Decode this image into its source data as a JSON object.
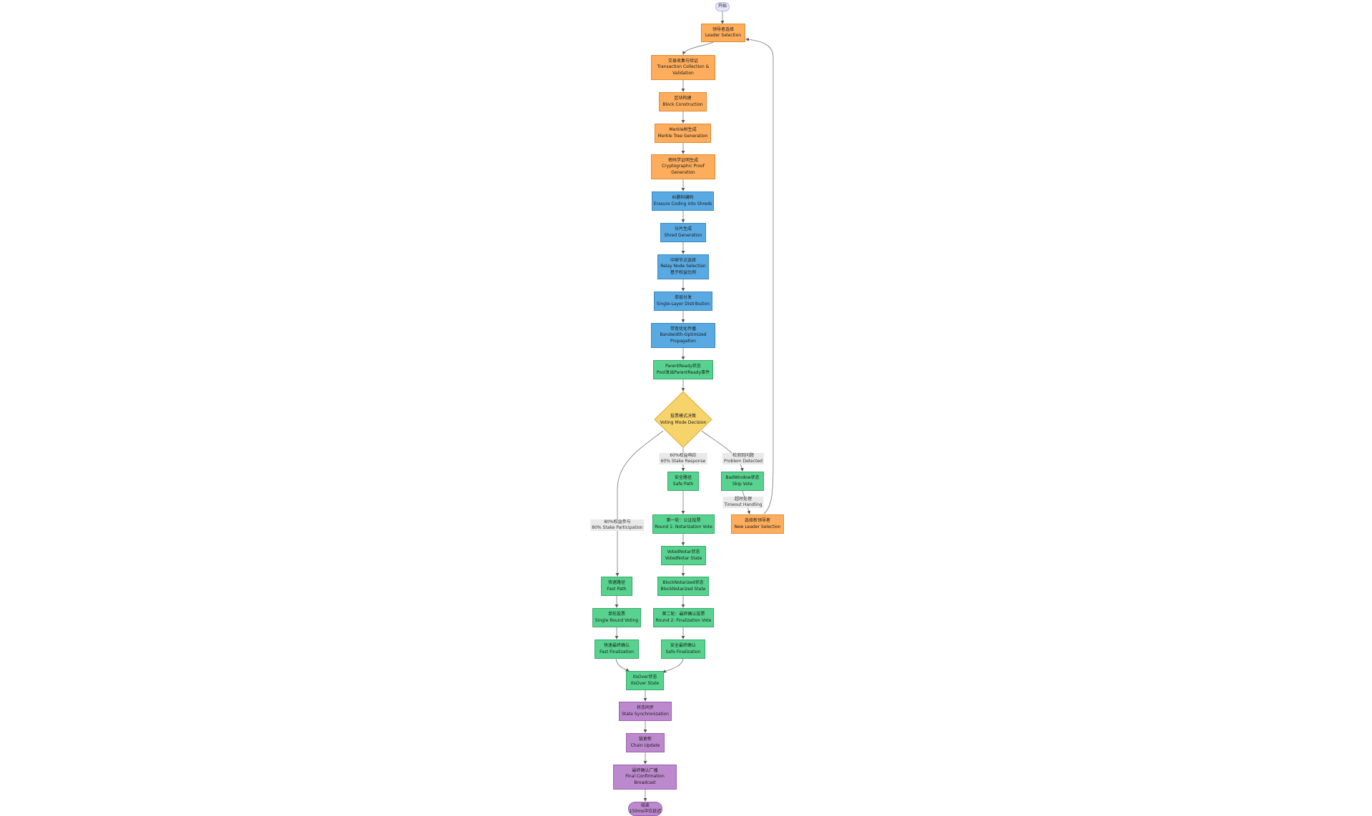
{
  "nodes": {
    "start": {
      "line1": "开始"
    },
    "leader": {
      "line1": "领导者选择",
      "line2": "Leader Selection"
    },
    "txcollect": {
      "line1": "交易收集与验证",
      "line2": "Transaction Collection &",
      "line3": "Validation"
    },
    "block": {
      "line1": "区块构建",
      "line2": "Block Construction"
    },
    "merkle": {
      "line1": "Merkle树生成",
      "line2": "Merkle Tree Generation"
    },
    "crypto": {
      "line1": "密码学证明生成",
      "line2": "Cryptographic Proof",
      "line3": "Generation"
    },
    "erasure": {
      "line1": "纠删码编码",
      "line2": "Erasure Coding into Shreds"
    },
    "shred": {
      "line1": "分片生成",
      "line2": "Shred Generation"
    },
    "relay": {
      "line1": "中继节点选择",
      "line2": "Relay Node Selection",
      "line3": "基于权益比例"
    },
    "single": {
      "line1": "单层分发",
      "line2": "Single-Layer Distribution"
    },
    "bandwidth": {
      "line1": "带宽优化传播",
      "line2": "Bandwidth-Optimized",
      "line3": "Propagation"
    },
    "parentready": {
      "line1": "ParentReady状态",
      "line2": "Pool发出ParentReady事件"
    },
    "decision": {
      "line1": "投票模式决策",
      "line2": "Voting Mode Decision"
    },
    "safepath": {
      "line1": "安全路径",
      "line2": "Safe Path"
    },
    "badwindow": {
      "line1": "BadWindow状态",
      "line2": "Skip Vote"
    },
    "newleader": {
      "line1": "选择新领导者",
      "line2": "New Leader Selection"
    },
    "round1": {
      "line1": "第一轮：公证投票",
      "line2": "Round 1: Notarization Vote"
    },
    "votednotar": {
      "line1": "VotedNotar状态",
      "line2": "VotedNotar State"
    },
    "blocknotar": {
      "line1": "BlockNotarized状态",
      "line2": "BlockNotarized State"
    },
    "round2": {
      "line1": "第二轮：最终确认投票",
      "line2": "Round 2: Finalization Vote"
    },
    "safefinal": {
      "line1": "安全最终确认",
      "line2": "Safe Finalization"
    },
    "fastpath": {
      "line1": "快速路径",
      "line2": "Fast Path"
    },
    "singleround": {
      "line1": "单轮投票",
      "line2": "Single Round Voting"
    },
    "fastfinal": {
      "line1": "快速最终确认",
      "line2": "Fast Finalization"
    },
    "itsover": {
      "line1": "ItsOver状态",
      "line2": "ItsOver State"
    },
    "statesync": {
      "line1": "状态同步",
      "line2": "State Synchronization"
    },
    "chainupdate": {
      "line1": "链更新",
      "line2": "Chain Update"
    },
    "broadcast": {
      "line1": "最终确认广播",
      "line2": "Final Confirmation",
      "line3": "Broadcast"
    },
    "end": {
      "line1": "结束",
      "line2": "150ms中位延迟"
    }
  },
  "edge_labels": {
    "fast": {
      "line1": "80%权益参与",
      "line2": "80% Stake Participation"
    },
    "safe": {
      "line1": "60%权益响应",
      "line2": "60% Stake Response"
    },
    "problem": {
      "line1": "检测到问题",
      "line2": "Problem Detected"
    },
    "timeout": {
      "line1": "超时处理",
      "line2": "Timeout Handling"
    }
  },
  "colors": {
    "proposal": "#fdad5c",
    "propagation": "#59a9e2",
    "voting": "#57d38f",
    "decision": "#f7d36b",
    "finalization": "#bd89ce",
    "start": "#e6e6fb",
    "edge": "#555555"
  }
}
